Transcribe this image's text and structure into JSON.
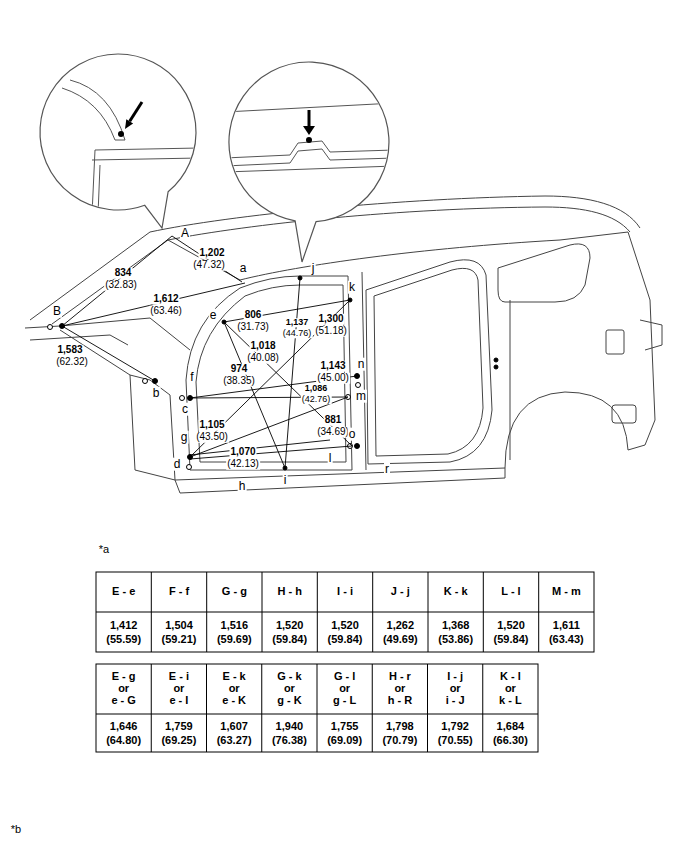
{
  "diagram": {
    "labels": [
      "A",
      "1,202",
      "(47.32)",
      "a",
      "834",
      "(32.83)",
      "1,612",
      "(63.46)",
      "j",
      "k",
      "B",
      "e",
      "806",
      "(31.73)",
      "1,137",
      "(44.76)",
      "1,300",
      "(51.18)",
      "1,583",
      "(62.32)",
      "1,018",
      "(40.08)",
      "n",
      "1,143",
      "(45.00)",
      "974",
      "(38.35)",
      "f",
      "1,086",
      "(42.76)",
      "b",
      "m",
      "c",
      "1,105",
      "(43.50)",
      "881",
      "(34.69)",
      "g",
      "o",
      "d",
      "1,070",
      "(42.13)",
      "l",
      "i",
      "h",
      "r",
      "*a",
      "E - e",
      "F - f",
      "G - g",
      "H - h",
      "I - i",
      "J - j",
      "K - k",
      "L - l",
      "M - m",
      "1,412",
      "(55.59)",
      "1,504",
      "(59.21)",
      "1,516",
      "(59.69)",
      "1,520",
      "(59.84)",
      "1,520",
      "(59.84)",
      "1,262",
      "(49.69)",
      "1,368",
      "(53.86)",
      "1,520",
      "(59.84)",
      "1,611",
      "(63.43)",
      "E - g",
      "or",
      "e - G",
      "E - i",
      "or",
      "e - I",
      "E - k",
      "or",
      "e - K",
      "G - k",
      "or",
      "g - K",
      "G - l",
      "or",
      "g - L",
      "H - r",
      "or",
      "h - R",
      "I - j",
      "or",
      "i - J",
      "K - l",
      "or",
      "k - L",
      "1,646",
      "(64.80)",
      "1,759",
      "(69.25)",
      "1,607",
      "(63.27)",
      "1,940",
      "(76.38)",
      "1,755",
      "(69.09)",
      "1,798",
      "(70.79)",
      "1,792",
      "(70.55)",
      "1,684",
      "(66.30)",
      "*b"
    ]
  }
}
